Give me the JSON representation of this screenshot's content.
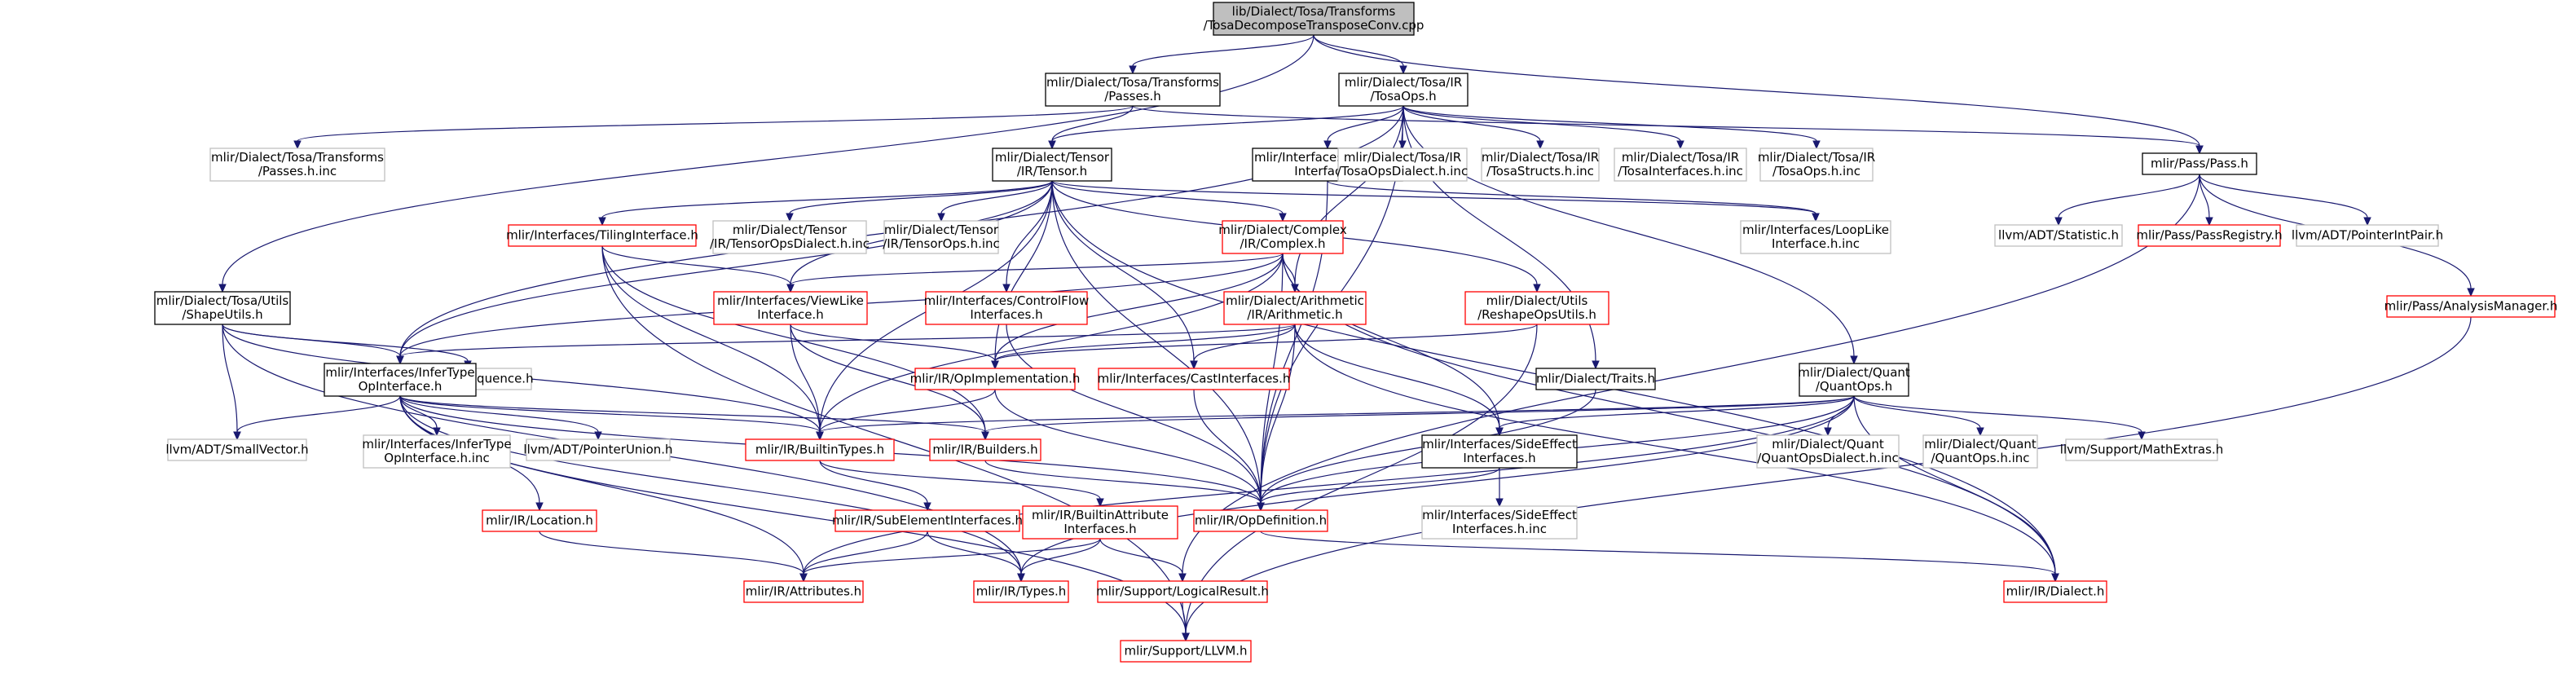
{
  "colors": {
    "edge": "#191970",
    "border_documented": "#000000",
    "border_undocumented": "#ff0000",
    "border_external": "#bfbfbf",
    "fill_root": "#bfbfbf",
    "fill_default": "#ffffff"
  },
  "nodes": [
    {
      "id": "root",
      "lines": [
        "lib/Dialect/Tosa/Transforms",
        "/TosaDecomposeTransposeConv.cpp"
      ],
      "kind": "root"
    },
    {
      "id": "passes_h",
      "lines": [
        "mlir/Dialect/Tosa/Transforms",
        "/Passes.h"
      ],
      "kind": "documented"
    },
    {
      "id": "tosaops_h",
      "lines": [
        "mlir/Dialect/Tosa/IR",
        "/TosaOps.h"
      ],
      "kind": "documented"
    },
    {
      "id": "pass_h",
      "lines": [
        "mlir/Pass/Pass.h"
      ],
      "kind": "documented"
    },
    {
      "id": "shapeutils_h",
      "lines": [
        "mlir/Dialect/Tosa/Utils",
        "/ShapeUtils.h"
      ],
      "kind": "documented"
    },
    {
      "id": "passes_inc",
      "lines": [
        "mlir/Dialect/Tosa/Transforms",
        "/Passes.h.inc"
      ],
      "kind": "external"
    },
    {
      "id": "tensor_h",
      "lines": [
        "mlir/Dialect/Tensor",
        "/IR/Tensor.h"
      ],
      "kind": "documented"
    },
    {
      "id": "looplike_h",
      "lines": [
        "mlir/Interfaces/LoopLike",
        "Interface.h"
      ],
      "kind": "documented"
    },
    {
      "id": "tosaopsdialect_inc",
      "lines": [
        "mlir/Dialect/Tosa/IR",
        "/TosaOpsDialect.h.inc"
      ],
      "kind": "external"
    },
    {
      "id": "tosastructs_inc",
      "lines": [
        "mlir/Dialect/Tosa/IR",
        "/TosaStructs.h.inc"
      ],
      "kind": "external"
    },
    {
      "id": "tosainterfaces_inc",
      "lines": [
        "mlir/Dialect/Tosa/IR",
        "/TosaInterfaces.h.inc"
      ],
      "kind": "external"
    },
    {
      "id": "tosaops_inc",
      "lines": [
        "mlir/Dialect/Tosa/IR",
        "/TosaOps.h.inc"
      ],
      "kind": "external"
    },
    {
      "id": "statistic_h",
      "lines": [
        "llvm/ADT/Statistic.h"
      ],
      "kind": "external"
    },
    {
      "id": "passregistry_h",
      "lines": [
        "mlir/Pass/PassRegistry.h"
      ],
      "kind": "undocumented"
    },
    {
      "id": "pointerintpair_h",
      "lines": [
        "llvm/ADT/PointerIntPair.h"
      ],
      "kind": "external"
    },
    {
      "id": "analysismanager_h",
      "lines": [
        "mlir/Pass/AnalysisManager.h"
      ],
      "kind": "undocumented"
    },
    {
      "id": "tiling_h",
      "lines": [
        "mlir/Interfaces/TilingInterface.h"
      ],
      "kind": "undocumented"
    },
    {
      "id": "tensoropsdialect_inc",
      "lines": [
        "mlir/Dialect/Tensor",
        "/IR/TensorOpsDialect.h.inc"
      ],
      "kind": "external"
    },
    {
      "id": "tensorops_inc",
      "lines": [
        "mlir/Dialect/Tensor",
        "/IR/TensorOps.h.inc"
      ],
      "kind": "external"
    },
    {
      "id": "complex_h",
      "lines": [
        "mlir/Dialect/Complex",
        "/IR/Complex.h"
      ],
      "kind": "undocumented"
    },
    {
      "id": "looplike_inc",
      "lines": [
        "mlir/Interfaces/LoopLike",
        "Interface.h.inc"
      ],
      "kind": "external"
    },
    {
      "id": "viewlike_h",
      "lines": [
        "mlir/Interfaces/ViewLike",
        "Interface.h"
      ],
      "kind": "undocumented"
    },
    {
      "id": "controlflow_h",
      "lines": [
        "mlir/Interfaces/ControlFlow",
        "Interfaces.h"
      ],
      "kind": "undocumented"
    },
    {
      "id": "arith_h",
      "lines": [
        "mlir/Dialect/Arithmetic",
        "/IR/Arithmetic.h"
      ],
      "kind": "undocumented"
    },
    {
      "id": "reshapeops_h",
      "lines": [
        "mlir/Dialect/Utils",
        "/ReshapeOpsUtils.h"
      ],
      "kind": "undocumented"
    },
    {
      "id": "sequence_h",
      "lines": [
        "llvm/ADT/Sequence.h"
      ],
      "kind": "external"
    },
    {
      "id": "infertype_h",
      "lines": [
        "mlir/Interfaces/InferType",
        "OpInterface.h"
      ],
      "kind": "documented"
    },
    {
      "id": "opimpl_h",
      "lines": [
        "mlir/IR/OpImplementation.h"
      ],
      "kind": "undocumented"
    },
    {
      "id": "cast_h",
      "lines": [
        "mlir/Interfaces/CastInterfaces.h"
      ],
      "kind": "undocumented"
    },
    {
      "id": "traits_h",
      "lines": [
        "mlir/Dialect/Traits.h"
      ],
      "kind": "documented"
    },
    {
      "id": "quantops_h",
      "lines": [
        "mlir/Dialect/Quant",
        "/QuantOps.h"
      ],
      "kind": "documented"
    },
    {
      "id": "smallvector_h",
      "lines": [
        "llvm/ADT/SmallVector.h"
      ],
      "kind": "external"
    },
    {
      "id": "infertype_inc",
      "lines": [
        "mlir/Interfaces/InferType",
        "OpInterface.h.inc"
      ],
      "kind": "external"
    },
    {
      "id": "pointerunion_h",
      "lines": [
        "llvm/ADT/PointerUnion.h"
      ],
      "kind": "external"
    },
    {
      "id": "builtintypes_h",
      "lines": [
        "mlir/IR/BuiltinTypes.h"
      ],
      "kind": "undocumented"
    },
    {
      "id": "builders_h",
      "lines": [
        "mlir/IR/Builders.h"
      ],
      "kind": "undocumented"
    },
    {
      "id": "sideeffect_h",
      "lines": [
        "mlir/Interfaces/SideEffect",
        "Interfaces.h"
      ],
      "kind": "documented"
    },
    {
      "id": "quantopsdialect_inc",
      "lines": [
        "mlir/Dialect/Quant",
        "/QuantOpsDialect.h.inc"
      ],
      "kind": "external"
    },
    {
      "id": "quantops_inc",
      "lines": [
        "mlir/Dialect/Quant",
        "/QuantOps.h.inc"
      ],
      "kind": "external"
    },
    {
      "id": "mathextras_h",
      "lines": [
        "llvm/Support/MathExtras.h"
      ],
      "kind": "external"
    },
    {
      "id": "location_h",
      "lines": [
        "mlir/IR/Location.h"
      ],
      "kind": "undocumented"
    },
    {
      "id": "subelement_h",
      "lines": [
        "mlir/IR/SubElementInterfaces.h"
      ],
      "kind": "undocumented"
    },
    {
      "id": "builtinattr_h",
      "lines": [
        "mlir/IR/BuiltinAttribute",
        "Interfaces.h"
      ],
      "kind": "undocumented"
    },
    {
      "id": "opdefinition_h",
      "lines": [
        "mlir/IR/OpDefinition.h"
      ],
      "kind": "undocumented"
    },
    {
      "id": "sideeffect_inc",
      "lines": [
        "mlir/Interfaces/SideEffect",
        "Interfaces.h.inc"
      ],
      "kind": "external"
    },
    {
      "id": "attributes_h",
      "lines": [
        "mlir/IR/Attributes.h"
      ],
      "kind": "undocumented"
    },
    {
      "id": "types_h",
      "lines": [
        "mlir/IR/Types.h"
      ],
      "kind": "undocumented"
    },
    {
      "id": "logicalresult_h",
      "lines": [
        "mlir/Support/LogicalResult.h"
      ],
      "kind": "undocumented"
    },
    {
      "id": "dialect_h",
      "lines": [
        "mlir/IR/Dialect.h"
      ],
      "kind": "undocumented"
    },
    {
      "id": "llvm_h",
      "lines": [
        "mlir/Support/LLVM.h"
      ],
      "kind": "undocumented"
    }
  ],
  "edges": [
    [
      "root",
      "passes_h"
    ],
    [
      "root",
      "tosaops_h"
    ],
    [
      "root",
      "pass_h"
    ],
    [
      "root",
      "shapeutils_h"
    ],
    [
      "passes_h",
      "passes_inc"
    ],
    [
      "passes_h",
      "tensor_h"
    ],
    [
      "passes_h",
      "pass_h"
    ],
    [
      "tosaops_h",
      "tensor_h"
    ],
    [
      "tosaops_h",
      "looplike_h"
    ],
    [
      "tosaops_h",
      "tosaopsdialect_inc"
    ],
    [
      "tosaops_h",
      "tosastructs_inc"
    ],
    [
      "tosaops_h",
      "tosainterfaces_inc"
    ],
    [
      "tosaops_h",
      "tosaops_inc"
    ],
    [
      "tosaops_h",
      "quantops_h"
    ],
    [
      "tosaops_h",
      "traits_h"
    ],
    [
      "tosaops_h",
      "infertype_h"
    ],
    [
      "tosaops_h",
      "arith_h"
    ],
    [
      "tosaops_h",
      "opdefinition_h"
    ],
    [
      "pass_h",
      "statistic_h"
    ],
    [
      "pass_h",
      "passregistry_h"
    ],
    [
      "pass_h",
      "pointerintpair_h"
    ],
    [
      "pass_h",
      "analysismanager_h"
    ],
    [
      "pass_h",
      "logicalresult_h"
    ],
    [
      "shapeutils_h",
      "infertype_h"
    ],
    [
      "shapeutils_h",
      "sequence_h"
    ],
    [
      "shapeutils_h",
      "smallvector_h"
    ],
    [
      "shapeutils_h",
      "builtintypes_h"
    ],
    [
      "shapeutils_h",
      "types_h"
    ],
    [
      "tensor_h",
      "tiling_h"
    ],
    [
      "tensor_h",
      "tensoropsdialect_inc"
    ],
    [
      "tensor_h",
      "tensorops_inc"
    ],
    [
      "tensor_h",
      "complex_h"
    ],
    [
      "tensor_h",
      "looplike_inc"
    ],
    [
      "tensor_h",
      "viewlike_h"
    ],
    [
      "tensor_h",
      "controlflow_h"
    ],
    [
      "tensor_h",
      "reshapeops_h"
    ],
    [
      "tensor_h",
      "infertype_h"
    ],
    [
      "tensor_h",
      "opimpl_h"
    ],
    [
      "tensor_h",
      "cast_h"
    ],
    [
      "tensor_h",
      "builtintypes_h"
    ],
    [
      "tensor_h",
      "opdefinition_h"
    ],
    [
      "tensor_h",
      "dialect_h"
    ],
    [
      "looplike_h",
      "looplike_inc"
    ],
    [
      "looplike_h",
      "opdefinition_h"
    ],
    [
      "tiling_h",
      "viewlike_h"
    ],
    [
      "tiling_h",
      "builtintypes_h"
    ],
    [
      "tiling_h",
      "builders_h"
    ],
    [
      "tiling_h",
      "llvm_h"
    ],
    [
      "complex_h",
      "arith_h"
    ],
    [
      "complex_h",
      "infertype_h"
    ],
    [
      "complex_h",
      "opimpl_h"
    ],
    [
      "complex_h",
      "sideeffect_h"
    ],
    [
      "complex_h",
      "opdefinition_h"
    ],
    [
      "complex_h",
      "dialect_h"
    ],
    [
      "complex_h",
      "builtintypes_h"
    ],
    [
      "complex_h",
      "viewlike_h"
    ],
    [
      "viewlike_h",
      "opimpl_h"
    ],
    [
      "viewlike_h",
      "builtintypes_h"
    ],
    [
      "viewlike_h",
      "builders_h"
    ],
    [
      "controlflow_h",
      "opdefinition_h"
    ],
    [
      "arith_h",
      "opimpl_h"
    ],
    [
      "arith_h",
      "cast_h"
    ],
    [
      "arith_h",
      "sideeffect_h"
    ],
    [
      "arith_h",
      "infertype_h"
    ],
    [
      "arith_h",
      "opdefinition_h"
    ],
    [
      "arith_h",
      "dialect_h"
    ],
    [
      "reshapeops_h",
      "opimpl_h"
    ],
    [
      "reshapeops_h",
      "llvm_h"
    ],
    [
      "infertype_h",
      "infertype_inc"
    ],
    [
      "infertype_h",
      "pointerunion_h"
    ],
    [
      "infertype_h",
      "smallvector_h"
    ],
    [
      "infertype_h",
      "builtintypes_h"
    ],
    [
      "infertype_h",
      "builders_h"
    ],
    [
      "infertype_h",
      "location_h"
    ],
    [
      "infertype_h",
      "opdefinition_h"
    ],
    [
      "infertype_h",
      "attributes_h"
    ],
    [
      "infertype_h",
      "types_h"
    ],
    [
      "infertype_h",
      "llvm_h"
    ],
    [
      "opimpl_h",
      "builtintypes_h"
    ],
    [
      "opimpl_h",
      "opdefinition_h"
    ],
    [
      "cast_h",
      "opdefinition_h"
    ],
    [
      "traits_h",
      "opdefinition_h"
    ],
    [
      "quantops_h",
      "builtintypes_h"
    ],
    [
      "quantops_h",
      "builders_h"
    ],
    [
      "quantops_h",
      "sideeffect_h"
    ],
    [
      "quantops_h",
      "quantopsdialect_inc"
    ],
    [
      "quantops_h",
      "quantops_inc"
    ],
    [
      "quantops_h",
      "mathextras_h"
    ],
    [
      "quantops_h",
      "opdefinition_h"
    ],
    [
      "quantops_h",
      "dialect_h"
    ],
    [
      "quantops_h",
      "attributes_h"
    ],
    [
      "quantops_h",
      "types_h"
    ],
    [
      "builtintypes_h",
      "subelement_h"
    ],
    [
      "builtintypes_h",
      "builtinattr_h"
    ],
    [
      "builders_h",
      "opdefinition_h"
    ],
    [
      "sideeffect_h",
      "sideeffect_inc"
    ],
    [
      "sideeffect_h",
      "opdefinition_h"
    ],
    [
      "location_h",
      "attributes_h"
    ],
    [
      "subelement_h",
      "attributes_h"
    ],
    [
      "subelement_h",
      "types_h"
    ],
    [
      "builtinattr_h",
      "types_h"
    ],
    [
      "builtinattr_h",
      "logicalresult_h"
    ],
    [
      "builtinattr_h",
      "attributes_h"
    ],
    [
      "opdefinition_h",
      "dialect_h"
    ],
    [
      "logicalresult_h",
      "llvm_h"
    ],
    [
      "analysismanager_h",
      "llvm_h"
    ]
  ]
}
